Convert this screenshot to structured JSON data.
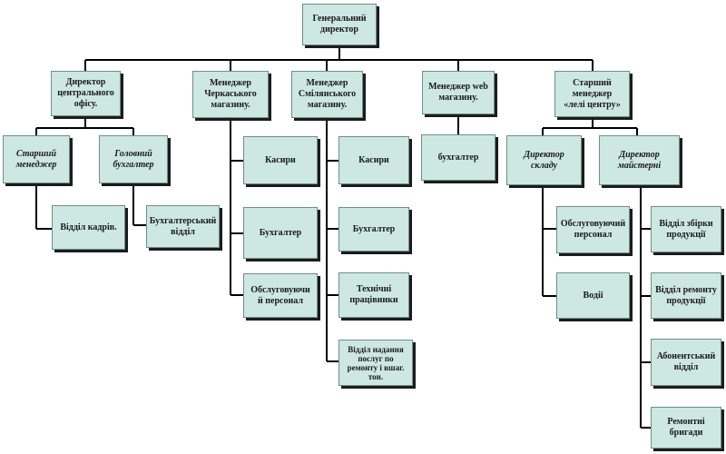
{
  "org": {
    "general_director": "Генеральний\nдиректор",
    "central_office_director": "Директор\nцентрального\nофісу.",
    "senior_manager": "Старший\nменеджер",
    "chief_accountant": "Головний\nбухгалтер",
    "hr_department": "Відділ кадрів.",
    "accounting_department": "Бухгалтерський\nвідділ",
    "cherkasy_manager": "Менеджер\nЧеркаського\nмагазину.",
    "cherkasy_cashiers": "Касири",
    "cherkasy_accountant": "Бухгалтер",
    "cherkasy_service_staff": "Обслуговуючи\nй персонал",
    "smila_manager": "Менеджер\nСмілянського\nмагазину.",
    "smila_cashiers": "Касири",
    "smila_accountant": "Бухгалтер",
    "smila_technical_workers": "Технічні\nпрацівники",
    "smila_repair_department": "Відділ надання\nпослуг по\nремонту і вшаг.\nтон.",
    "web_manager": "Менеджер web\nмагазину.",
    "web_accountant": "бухгалтер",
    "senior_manager_center": "Старший\nменеджер\n«лелі центру»",
    "warehouse_director": "Директор\nскладу",
    "workshop_director": "Директор\nмайстерні",
    "service_staff": "Обслуговуючий\nперсонал",
    "drivers": "Водії",
    "assembly_department": "Відділ збірки\nпродукції",
    "repair_department": "Відділ ремонту\nпродукції",
    "subscriber_department": "Абонентський\nвідділ",
    "repair_crews": "Ремонтні\nбригади"
  }
}
